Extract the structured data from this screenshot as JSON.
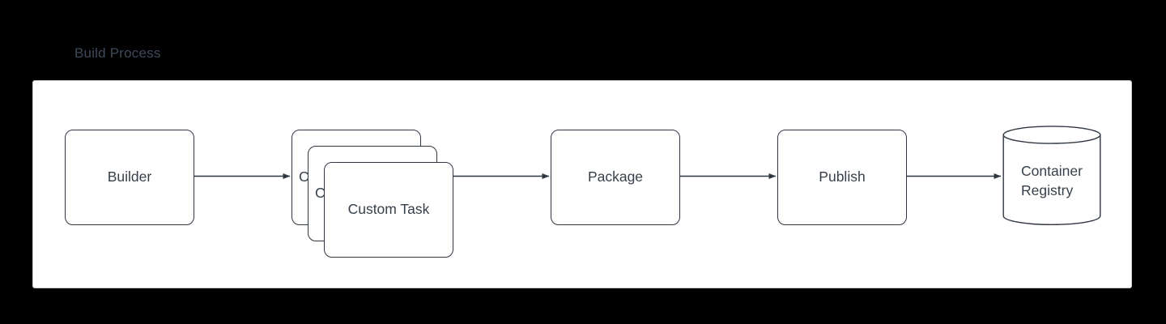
{
  "diagram": {
    "title": "Build Process",
    "title_color": "#3e4a5a",
    "background_color": "#000000",
    "panel_background": "#ffffff",
    "panel_border_color": "#c8ccd2",
    "node_border_color": "#2f3742",
    "node_fill": "#ffffff",
    "text_color": "#37404a",
    "edge_color": "#2f3742"
  },
  "nodes": {
    "builder": {
      "label": "Builder",
      "shape": "rounded-rect"
    },
    "custom_task_stack": {
      "label": "Custom Task",
      "shape": "stacked-rounded-rect",
      "count": 3,
      "cards": [
        {
          "label": "Custom Task"
        },
        {
          "label": "Custom Task"
        },
        {
          "label": "Custom Task"
        }
      ]
    },
    "package": {
      "label": "Package",
      "shape": "rounded-rect"
    },
    "publish": {
      "label": "Publish",
      "shape": "rounded-rect"
    },
    "registry": {
      "label": "Container\nRegistry",
      "shape": "cylinder"
    }
  },
  "edges": [
    {
      "from": "builder",
      "to": "custom_task_stack",
      "label": ""
    },
    {
      "from": "custom_task_stack",
      "to": "package",
      "label": ""
    },
    {
      "from": "package",
      "to": "publish",
      "label": ""
    },
    {
      "from": "publish",
      "to": "registry",
      "label": ""
    }
  ]
}
